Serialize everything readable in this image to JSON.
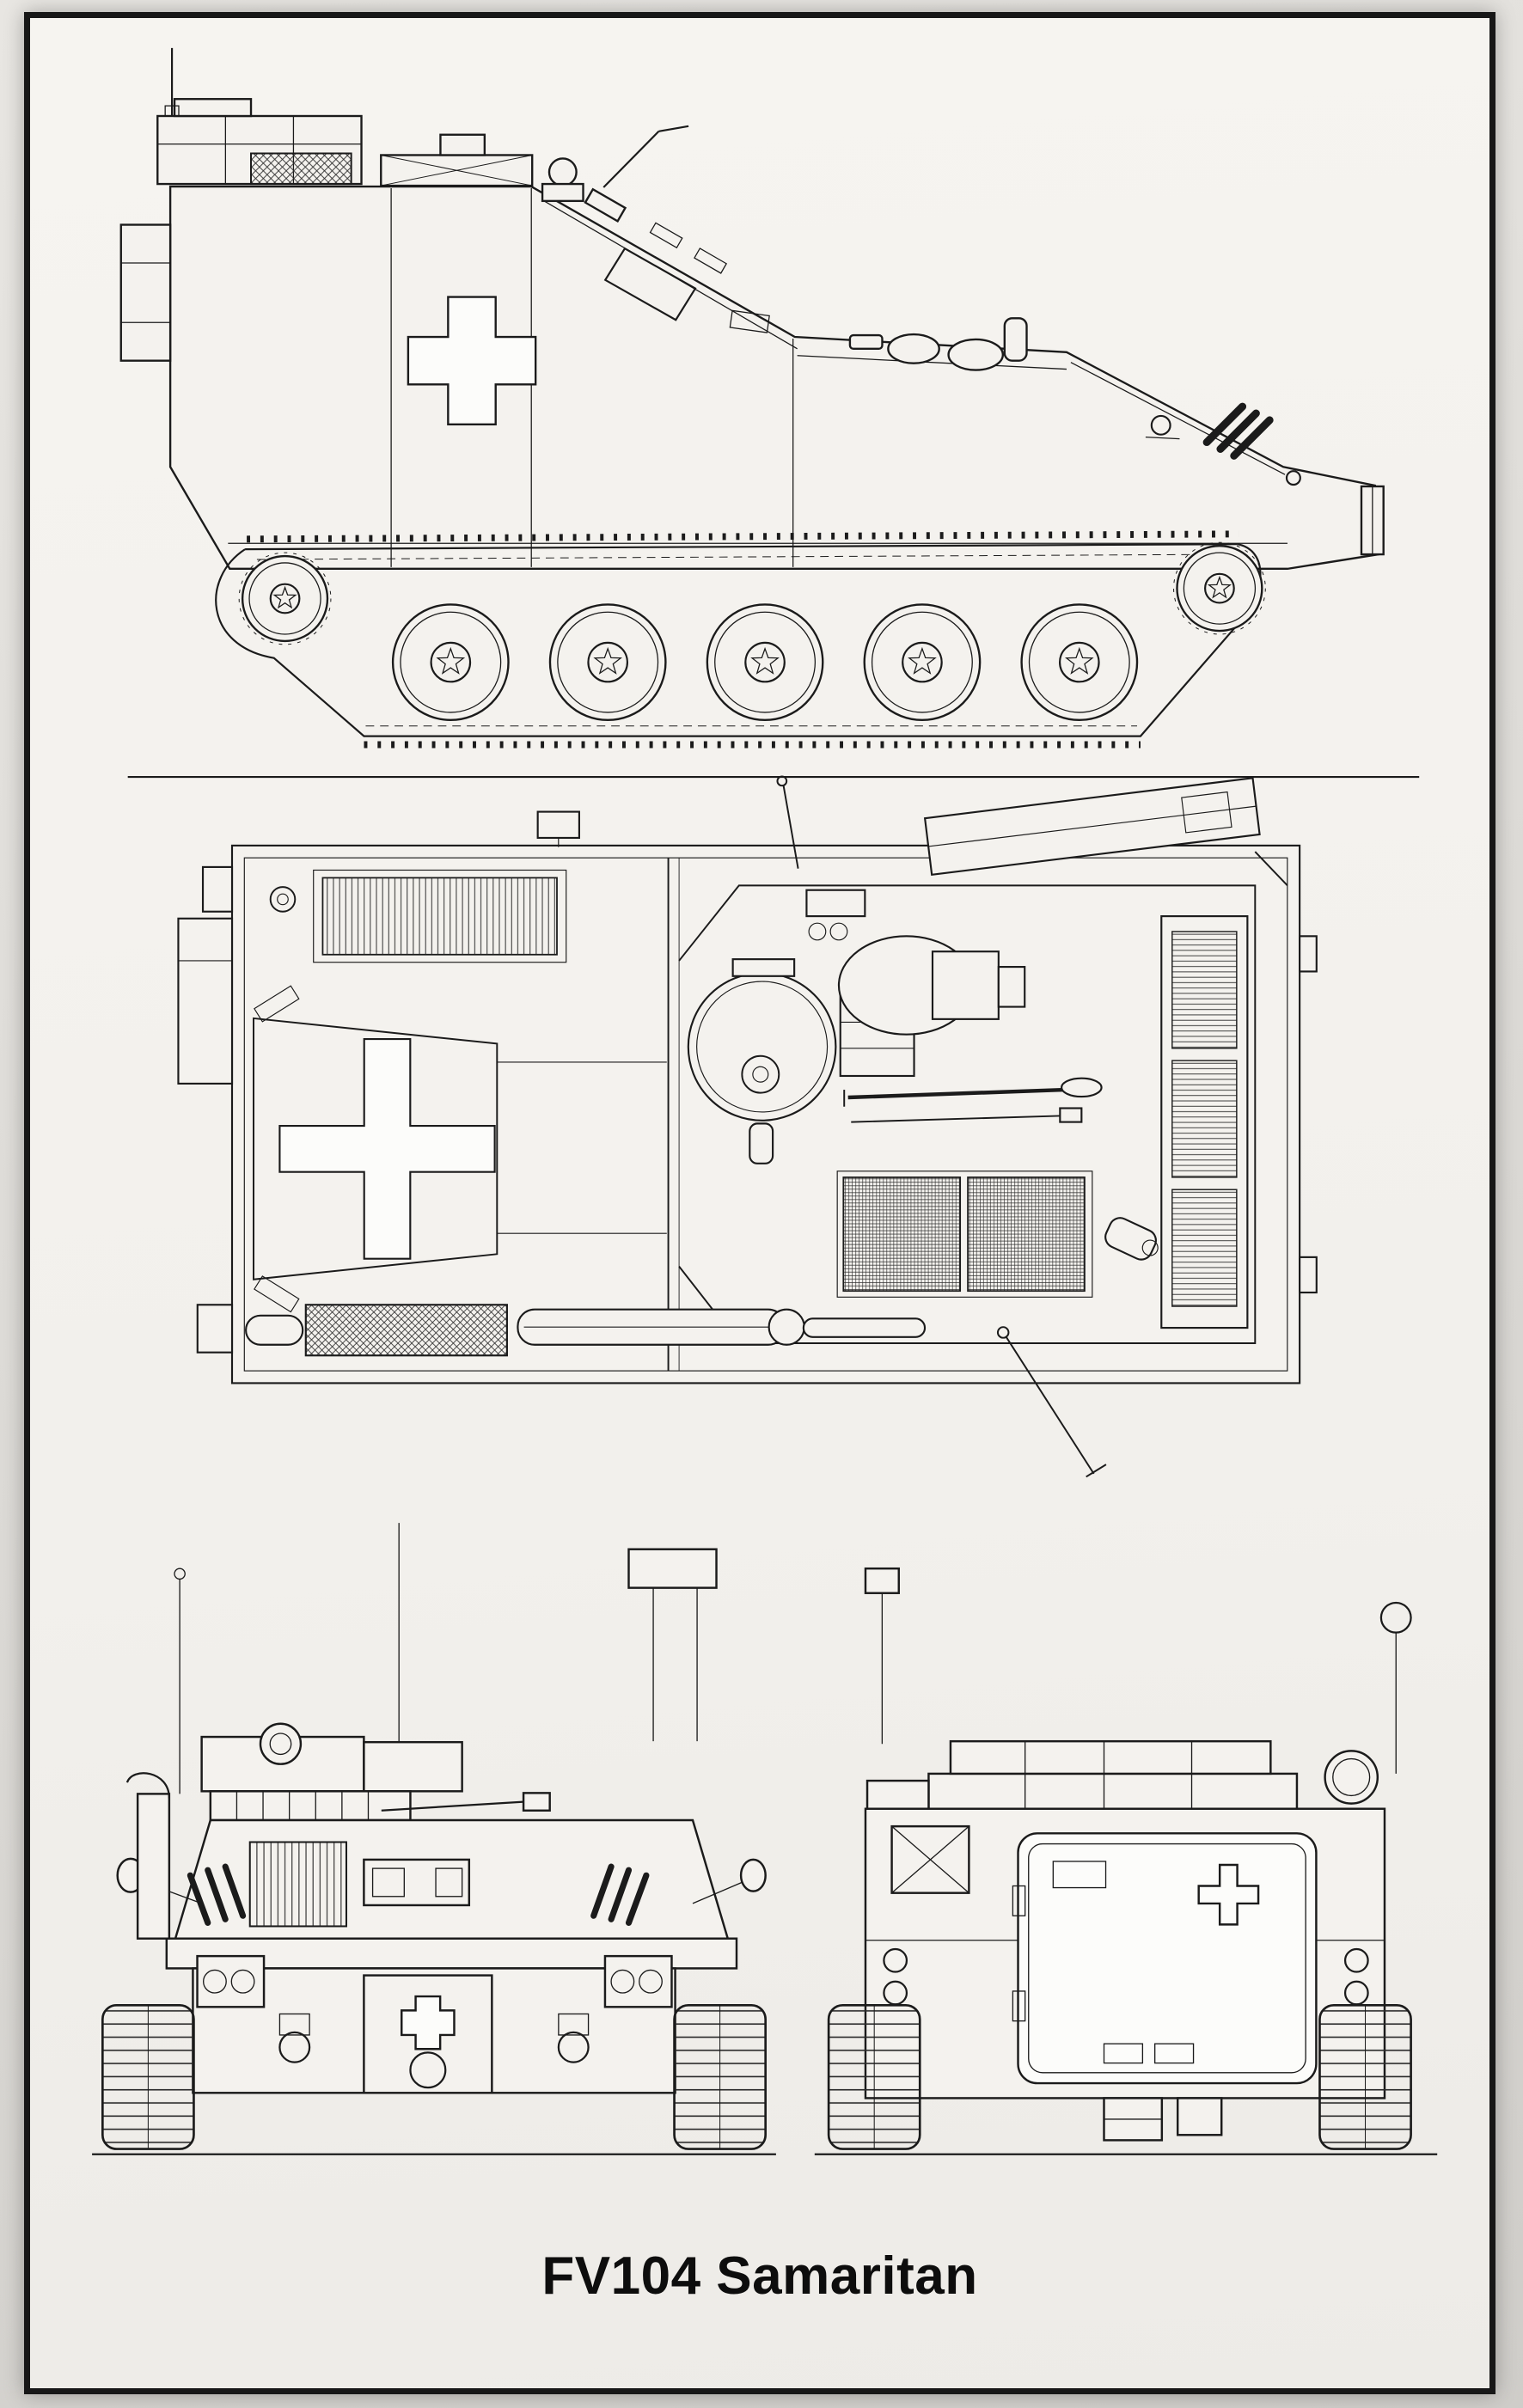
{
  "page": {
    "background_color": "#dddbd7",
    "paper_color": "#f4f2ee",
    "ink_color": "#1b1b1b",
    "border_color": "#171717"
  },
  "figure": {
    "caption": "FV104 Samaritan",
    "type": "four-view technical line drawing",
    "views": [
      {
        "id": "side",
        "label": "side elevation"
      },
      {
        "id": "plan",
        "label": "top plan view"
      },
      {
        "id": "front",
        "label": "front elevation"
      },
      {
        "id": "rear",
        "label": "rear elevation"
      }
    ],
    "markings": [
      "medical cross on hull side",
      "medical cross on roof",
      "medical cross on bow plate",
      "medical cross on rear door"
    ]
  }
}
